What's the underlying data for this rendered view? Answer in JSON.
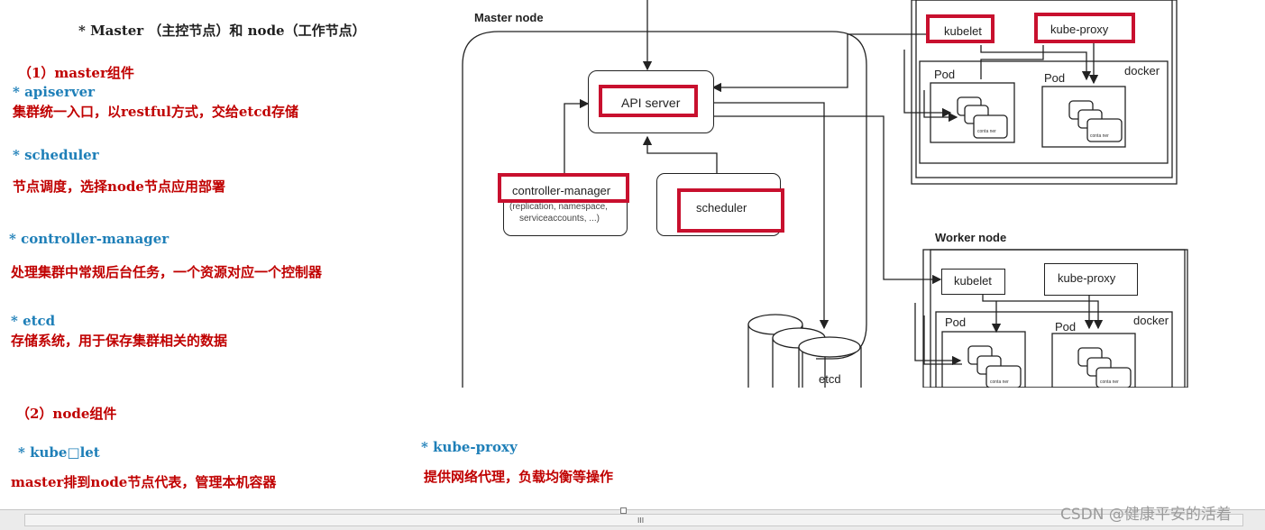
{
  "notes": {
    "heading": "* Master （主控节点）和 node（工作节点）",
    "master_section": "（1）master组件",
    "apiserver_title": "* apiserver",
    "apiserver_desc": "集群统一入口，以restful方式，交给etcd存储",
    "scheduler_title": "* scheduler",
    "scheduler_desc": "节点调度，选择node节点应用部署",
    "controller_title": "* controller-manager",
    "controller_desc": "处理集群中常规后台任务，一个资源对应一个控制器",
    "etcd_title": "* etcd",
    "etcd_desc": "存储系统，用于保存集群相关的数据",
    "node_section": "（2）node组件",
    "kubelet_title": "* kube□let",
    "kubelet_desc": "master排到node节点代表，管理本机容器",
    "kubeproxy_title": "* kube-proxy",
    "kubeproxy_desc": "提供网络代理，负载均衡等操作"
  },
  "diagram": {
    "master_label": "Master node",
    "api_server": "API server",
    "controller_manager": "controller-manager",
    "controller_sub1": "(replication, namespace,",
    "controller_sub2": "serviceaccounts, ...)",
    "scheduler": "scheduler",
    "etcd": "etcd",
    "worker_label": "Worker node",
    "kubelet": "kubelet",
    "kube_proxy": "kube-proxy",
    "pod": "Pod",
    "docker": "docker",
    "container": "conta ner"
  },
  "colors": {
    "red_text": "#c00000",
    "blue_text": "#1e7fb8",
    "highlight": "#c8102e"
  },
  "watermark": "CSDN @健康平安的活着",
  "scroll_grip": "III"
}
